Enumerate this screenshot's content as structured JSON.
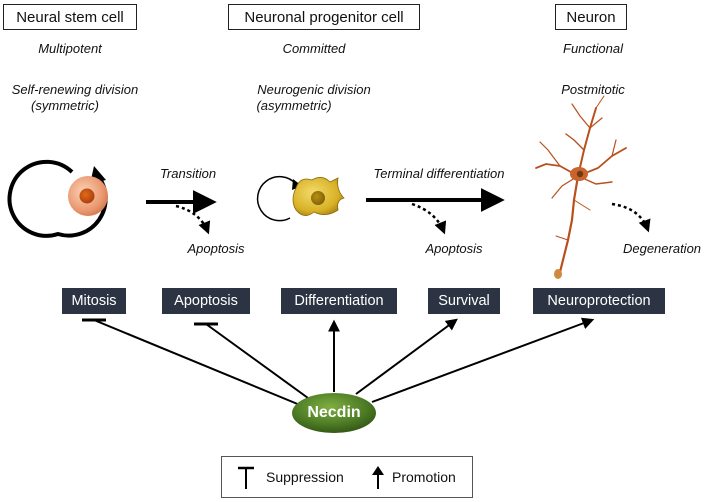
{
  "stages": {
    "stem": {
      "title": "Neural stem cell",
      "potency": "Multipotent",
      "division_line1": "Self-renewing division",
      "division_line2": "(symmetric)"
    },
    "progenitor": {
      "title": "Neuronal progenitor cell",
      "potency": "Committed",
      "division_line1": "Neurogenic division",
      "division_line2": "(asymmetric)"
    },
    "neuron": {
      "title": "Neuron",
      "potency": "Functional",
      "state": "Postmitotic"
    }
  },
  "transitions": {
    "first": "Transition",
    "second": "Terminal differentiation"
  },
  "fates": {
    "apoptosis_1": "Apoptosis",
    "apoptosis_2": "Apoptosis",
    "degeneration": "Degeneration"
  },
  "functions": [
    {
      "label": "Mitosis",
      "effect": "suppression"
    },
    {
      "label": "Apoptosis",
      "effect": "suppression"
    },
    {
      "label": "Differentiation",
      "effect": "promotion"
    },
    {
      "label": "Survival",
      "effect": "promotion"
    },
    {
      "label": "Neuroprotection",
      "effect": "promotion"
    }
  ],
  "center": {
    "label": "Necdin"
  },
  "legend": {
    "suppression": "Suppression",
    "promotion": "Promotion"
  },
  "colors": {
    "function_box": "#2c3444",
    "necdin_green": "#4e7d26",
    "stem_cell": "#e9956c",
    "progenitor_cell": "#d8b025",
    "neuron": "#b8501c"
  }
}
